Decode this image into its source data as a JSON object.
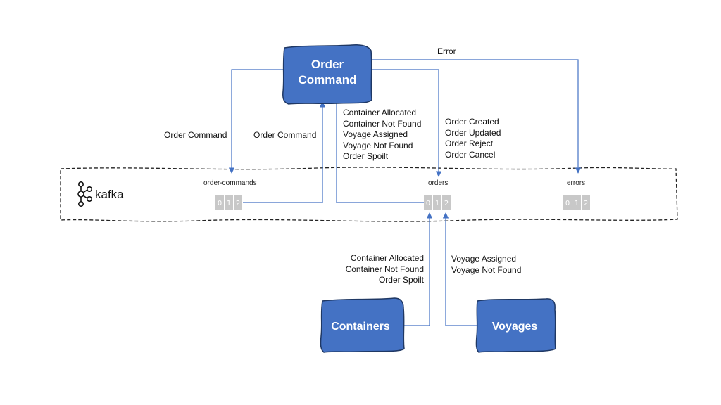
{
  "nodes": {
    "order_command": [
      "Order",
      "Command"
    ],
    "containers": "Containers",
    "voyages": "Voyages"
  },
  "kafka": {
    "brand": "kafka"
  },
  "topics": {
    "order_commands": {
      "name": "order-commands",
      "partitions": [
        "0",
        "1",
        "2"
      ]
    },
    "orders": {
      "name": "orders",
      "partitions": [
        "0",
        "1",
        "2"
      ]
    },
    "errors": {
      "name": "errors",
      "partitions": [
        "0",
        "1",
        "2"
      ]
    }
  },
  "edges": {
    "error": "Error",
    "cmd_to_topic": "Order Command",
    "topic_to_cmd": "Order Command",
    "orders_to_cmd": [
      "Container Allocated",
      "Container Not Found",
      "Voyage Assigned",
      "Voyage Not Found",
      "Order Spoilt"
    ],
    "cmd_to_orders": [
      "Order Created",
      "Order Updated",
      "Order Reject",
      "Order Cancel"
    ],
    "containers_to_orders": [
      "Container Allocated",
      "Container Not Found",
      "Order Spoilt"
    ],
    "voyages_to_orders": [
      "Voyage Assigned",
      "Voyage Not Found"
    ]
  },
  "colors": {
    "node_fill": "#4472c4",
    "node_stroke": "#1f3864",
    "wire": "#4472c4",
    "partition": "#c8c8c8"
  }
}
